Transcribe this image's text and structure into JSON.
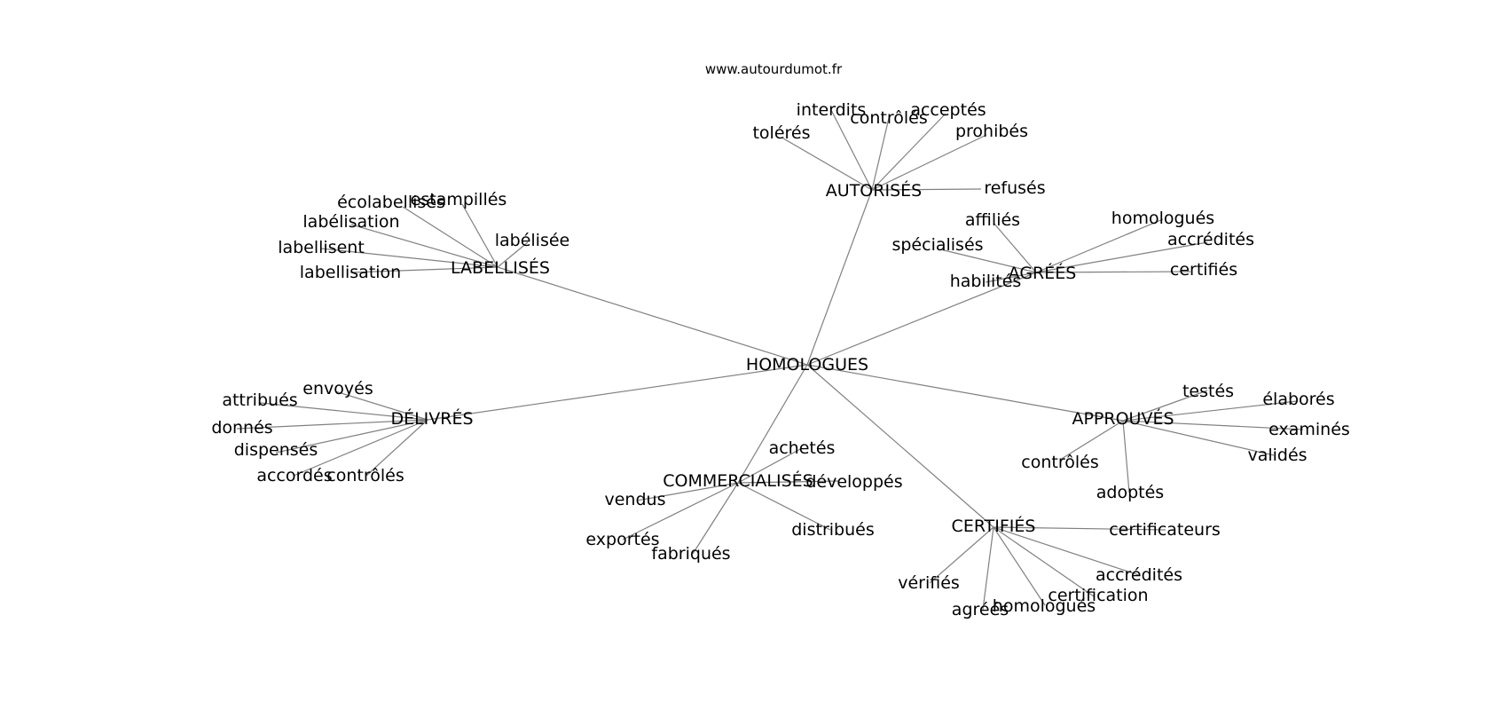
{
  "source": "www.autourdumot.fr",
  "colors": {
    "edge": "#808080",
    "text": "#000000",
    "background": "#ffffff"
  },
  "center": "HOMOLOGUES",
  "hubs": [
    {
      "id": "autorises",
      "label": "AUTORISÉS",
      "leaves": [
        "interdits",
        "contrôlés",
        "acceptés",
        "tolérés",
        "prohibés",
        "refusés"
      ]
    },
    {
      "id": "labellises",
      "label": "LABELLISÉS",
      "leaves": [
        "écolabellisés",
        "estampillés",
        "labélisation",
        "labélisée",
        "labellisent",
        "labellisation"
      ]
    },
    {
      "id": "agrees",
      "label": "AGRÉÉS",
      "leaves": [
        "affiliés",
        "homologués",
        "accrédités",
        "spécialisés",
        "certifiés",
        "habilités"
      ]
    },
    {
      "id": "delivres",
      "label": "DÉLIVRÉS",
      "leaves": [
        "envoyés",
        "attribués",
        "donnés",
        "dispensés",
        "accordés",
        "contrôlés"
      ]
    },
    {
      "id": "approuves",
      "label": "APPROUVÉS",
      "leaves": [
        "testés",
        "élaborés",
        "examinés",
        "validés",
        "contrôlés",
        "adoptés"
      ]
    },
    {
      "id": "commercialises",
      "label": "COMMERCIALISÉS",
      "leaves": [
        "achetés",
        "développés",
        "vendus",
        "distribués",
        "exportés",
        "fabriqués"
      ]
    },
    {
      "id": "certifies",
      "label": "CERTIFIÉS",
      "leaves": [
        "certificateurs",
        "accrédités",
        "certification",
        "homologués",
        "agréés",
        "vérifiés"
      ]
    }
  ]
}
